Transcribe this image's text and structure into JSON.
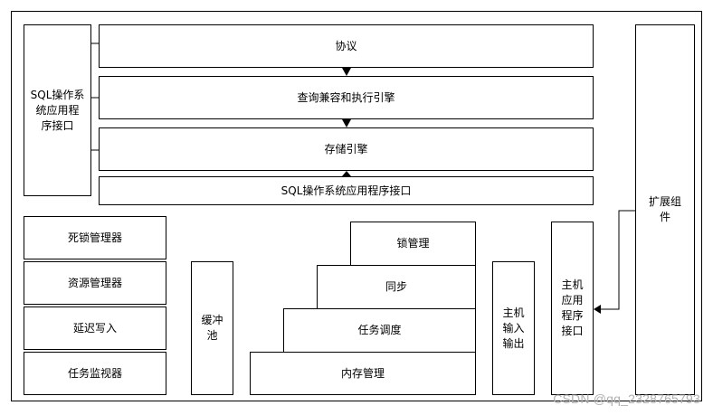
{
  "layers": {
    "protocol": "协议",
    "query_engine": "查询兼容和执行引擎",
    "storage_engine": "存储引擎",
    "sql_api_bottom": "SQL操作系统应用程序接口"
  },
  "left_api": "SQL操作系\n统应用程\n序接口",
  "managers": [
    "死锁管理器",
    "资源管理器",
    "延迟写入",
    "任务监视器"
  ],
  "buffer_pool": "缓冲\n池",
  "stairs": [
    "锁管理",
    "同步",
    "任务调度",
    "内存管理"
  ],
  "host_io": "主机\n输入\n输出",
  "host_api": "主机\n应用\n程序\n接口",
  "extension": "扩展组\n件",
  "watermark": "CSDN @qq_2328765793"
}
